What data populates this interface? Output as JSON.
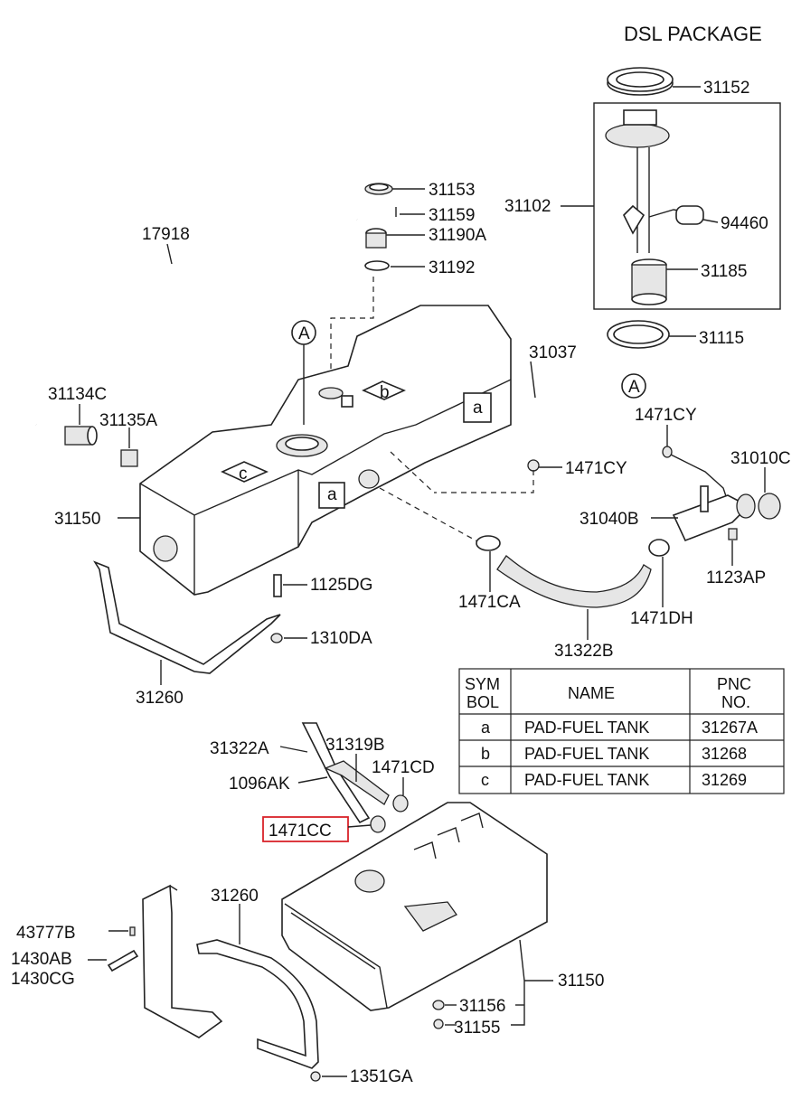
{
  "header": {
    "package_title": "DSL PACKAGE"
  },
  "parts": {
    "p31152": "31152",
    "p31102": "31102",
    "p94460": "94460",
    "p31185": "31185",
    "p31115": "31115",
    "p31153": "31153",
    "p31159": "31159",
    "p31190A": "31190A",
    "p31192": "31192",
    "p17918": "17918",
    "p31134C": "31134C",
    "p31135A": "31135A",
    "p31150_top": "31150",
    "p31037": "31037",
    "p1471CY_top": "1471CY",
    "p1471CY_mid": "1471CY",
    "p31010C": "31010C",
    "p31040B": "31040B",
    "p1123AP": "1123AP",
    "p1125DG": "1125DG",
    "p1310DA": "1310DA",
    "p1471CA": "1471CA",
    "p1471DH": "1471DH",
    "p31322B": "31322B",
    "p31260_top": "31260",
    "p31322A": "31322A",
    "p31319B": "31319B",
    "p1471CD": "1471CD",
    "p1096AK": "1096AK",
    "p1471CC": "1471CC",
    "p31260_bot": "31260",
    "p43777B": "43777B",
    "p1430AB": "1430AB",
    "p1430CG": "1430CG",
    "p31150_bot": "31150",
    "p31156": "31156",
    "p31155": "31155",
    "p1351GA": "1351GA"
  },
  "callouts": {
    "ref_A_tank": "A",
    "ref_A_pump": "A"
  },
  "pads": {
    "pad_a1": "a",
    "pad_a2": "a",
    "pad_b": "b",
    "pad_c": "c"
  },
  "legend_table": {
    "headers": {
      "sym_line1": "SYM",
      "sym_line2": "BOL",
      "name": "NAME",
      "pnc_line1": "PNC",
      "pnc_line2": "NO."
    },
    "rows": [
      {
        "sym": "a",
        "name": "PAD-FUEL TANK",
        "pnc": "31267A"
      },
      {
        "sym": "b",
        "name": "PAD-FUEL TANK",
        "pnc": "31268"
      },
      {
        "sym": "c",
        "name": "PAD-FUEL TANK",
        "pnc": "31269"
      }
    ]
  },
  "highlight": {
    "part": "1471CC",
    "color": "#d8232a"
  }
}
